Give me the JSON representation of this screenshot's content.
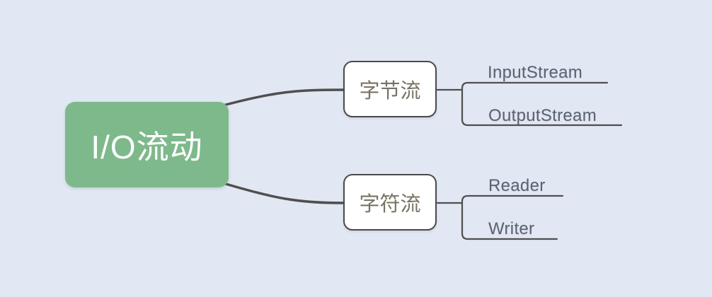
{
  "canvas": {
    "background": "#E1E7F3"
  },
  "colors": {
    "root_fill": "#7EB98B",
    "root_text": "#FFFFFF",
    "branch_fill": "#FFFFFF",
    "branch_border": "#4A4A4A",
    "branch_text": "#7A7365",
    "leaf_text": "#5C6370",
    "line": "#4F4F4F"
  },
  "mindmap": {
    "root": {
      "label": "I/O流动"
    },
    "branches": [
      {
        "label": "字节流",
        "children": [
          {
            "label": "InputStream"
          },
          {
            "label": "OutputStream"
          }
        ]
      },
      {
        "label": "字符流",
        "children": [
          {
            "label": "Reader"
          },
          {
            "label": "Writer"
          }
        ]
      }
    ]
  }
}
